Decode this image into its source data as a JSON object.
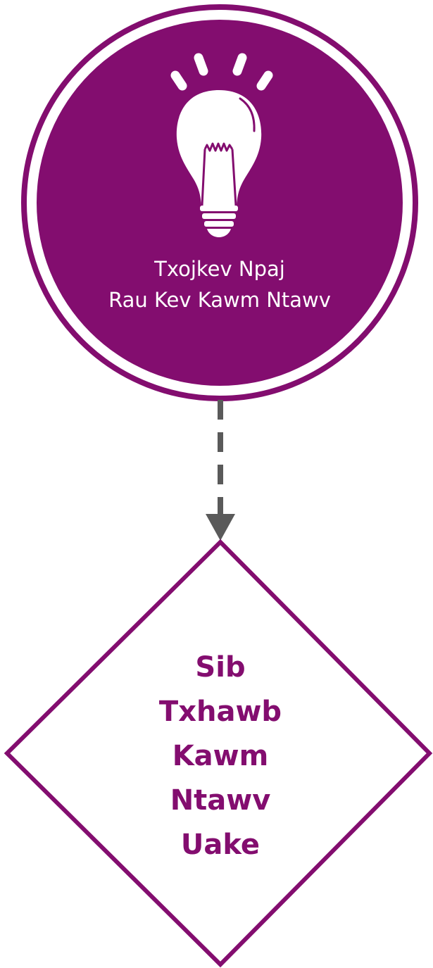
{
  "colors": {
    "primary": "#830d6f",
    "connector": "#5a5a5a",
    "background": "#ffffff",
    "circle_text": "#ffffff"
  },
  "circle_node": {
    "icon": "lightbulb-icon",
    "line1": "Txojkev Npaj",
    "line2": "Rau Kev Kawm Ntawv"
  },
  "diamond_node": {
    "line1": "Sib",
    "line2": "Txhawb",
    "line3": "Kawm",
    "line4": "Ntawv",
    "line5": "Uake"
  }
}
